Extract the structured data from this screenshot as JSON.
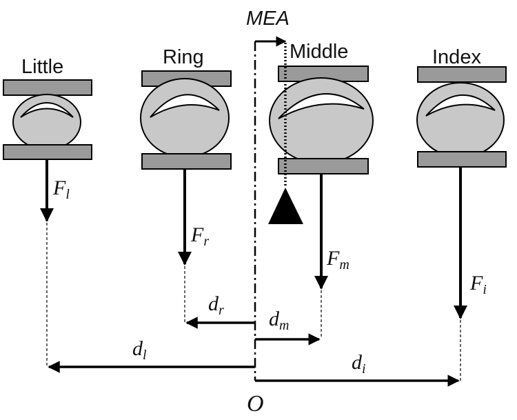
{
  "fingers": [
    {
      "id": "little",
      "label": "Little",
      "force_symbol": "F",
      "force_sub": "l",
      "dist_symbol": "d",
      "dist_sub": "l"
    },
    {
      "id": "ring",
      "label": "Ring",
      "force_symbol": "F",
      "force_sub": "r",
      "dist_symbol": "d",
      "dist_sub": "r"
    },
    {
      "id": "middle",
      "label": "Middle",
      "force_symbol": "F",
      "force_sub": "m",
      "dist_symbol": "d",
      "dist_sub": "m"
    },
    {
      "id": "index",
      "label": "Index",
      "force_symbol": "F",
      "force_sub": "i",
      "dist_symbol": "d",
      "dist_sub": "i"
    }
  ],
  "axis": {
    "label": "MEA"
  },
  "origin": {
    "label": "O"
  },
  "colors": {
    "pad": "#9a9a9a",
    "bulb": "#c8c8c8",
    "ink": "#000000",
    "window": "#ffffff"
  }
}
